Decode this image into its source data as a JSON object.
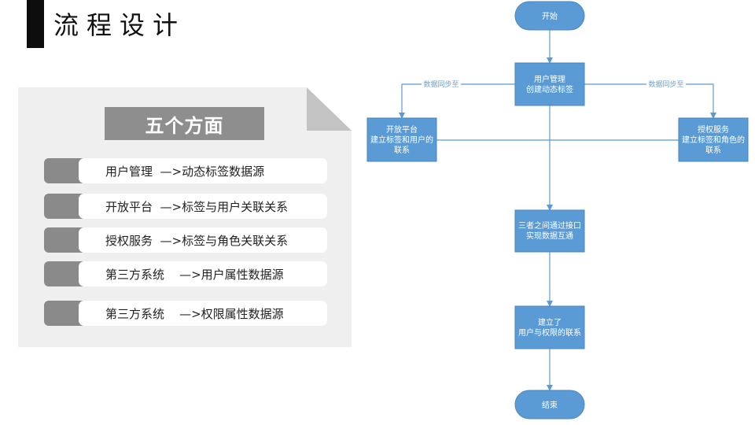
{
  "header": {
    "title": "流程设计"
  },
  "panel": {
    "heading": "五个方面",
    "items": [
      {
        "text": "用户管理  —>动态标签数据源"
      },
      {
        "text": "开放平台  —>标签与用户关联关系"
      },
      {
        "text": "授权服务  —>标签与角色关联关系"
      },
      {
        "text": "第三方系统    —>用户属性数据源"
      },
      {
        "text": "第三方系统    —>权限属性数据源"
      }
    ]
  },
  "flowchart": {
    "colors": {
      "node": "#5b9bd5",
      "node_border": "#4a86c0",
      "edge": "#5b9bd5",
      "label": "#6f9fd2"
    },
    "nodes": {
      "start": {
        "text": "开始"
      },
      "user_mgmt": {
        "line1": "用户管理",
        "line2": "创建动态标签"
      },
      "open_platform": {
        "line1": "开放平台",
        "line2": "建立标签和用户的",
        "line3": "联系"
      },
      "auth_service": {
        "line1": "授权服务",
        "line2": "建立标签和角色的",
        "line3": "联系"
      },
      "interface": {
        "line1": "三者之间通过接口",
        "line2": "实现数据互通"
      },
      "link_built": {
        "line1": "建立了",
        "line2": "用户与权限的联系"
      },
      "end": {
        "text": "结束"
      }
    },
    "edge_labels": {
      "left": "数据同步至",
      "right": "数据同步至"
    }
  }
}
